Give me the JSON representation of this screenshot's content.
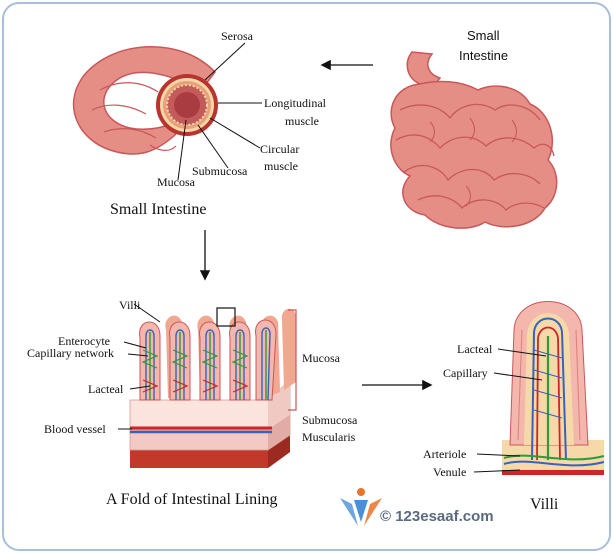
{
  "colors": {
    "frame": "#a8bfd9",
    "tissue": "#e58e86",
    "tissue_dark": "#c9575a",
    "tissue_light": "#f4b7ae",
    "muscle_red": "#b8342f",
    "vein_blue": "#3a62b8",
    "artery_red": "#d02525",
    "lacteal_green": "#2f9a3a",
    "submucosa_pink": "#f3c9c4",
    "muscularis_red": "#c0392b",
    "villus_fill": "#f6d9a8",
    "logo_blue": "#4a90d9",
    "logo_orange": "#e8742a"
  },
  "top_left": {
    "title": "Small Intestine",
    "labels": {
      "serosa": "Serosa",
      "longitudinal_1": "Longitudinal",
      "longitudinal_2": "muscle",
      "circular_1": "Circular",
      "circular_2": "muscle",
      "submucosa": "Submucosa",
      "mucosa": "Mucosa"
    }
  },
  "top_right": {
    "label_1": "Small",
    "label_2": "Intestine"
  },
  "fold": {
    "title": "A Fold of Intestinal Lining",
    "labels": {
      "villi": "Villi",
      "enterocyte": "Enterocyte",
      "capillary_network": "Capillary network",
      "lacteal": "Lacteal",
      "blood_vessel": "Blood vessel",
      "mucosa": "Mucosa",
      "submucosa": "Submucosa",
      "muscularis": "Muscularis"
    }
  },
  "villus": {
    "title": "Villi",
    "labels": {
      "lacteal": "Lacteal",
      "capillary": "Capillary",
      "arteriole": "Arteriole",
      "venule": "Venule"
    }
  },
  "watermark": {
    "text": "© 123esaaf.com"
  }
}
